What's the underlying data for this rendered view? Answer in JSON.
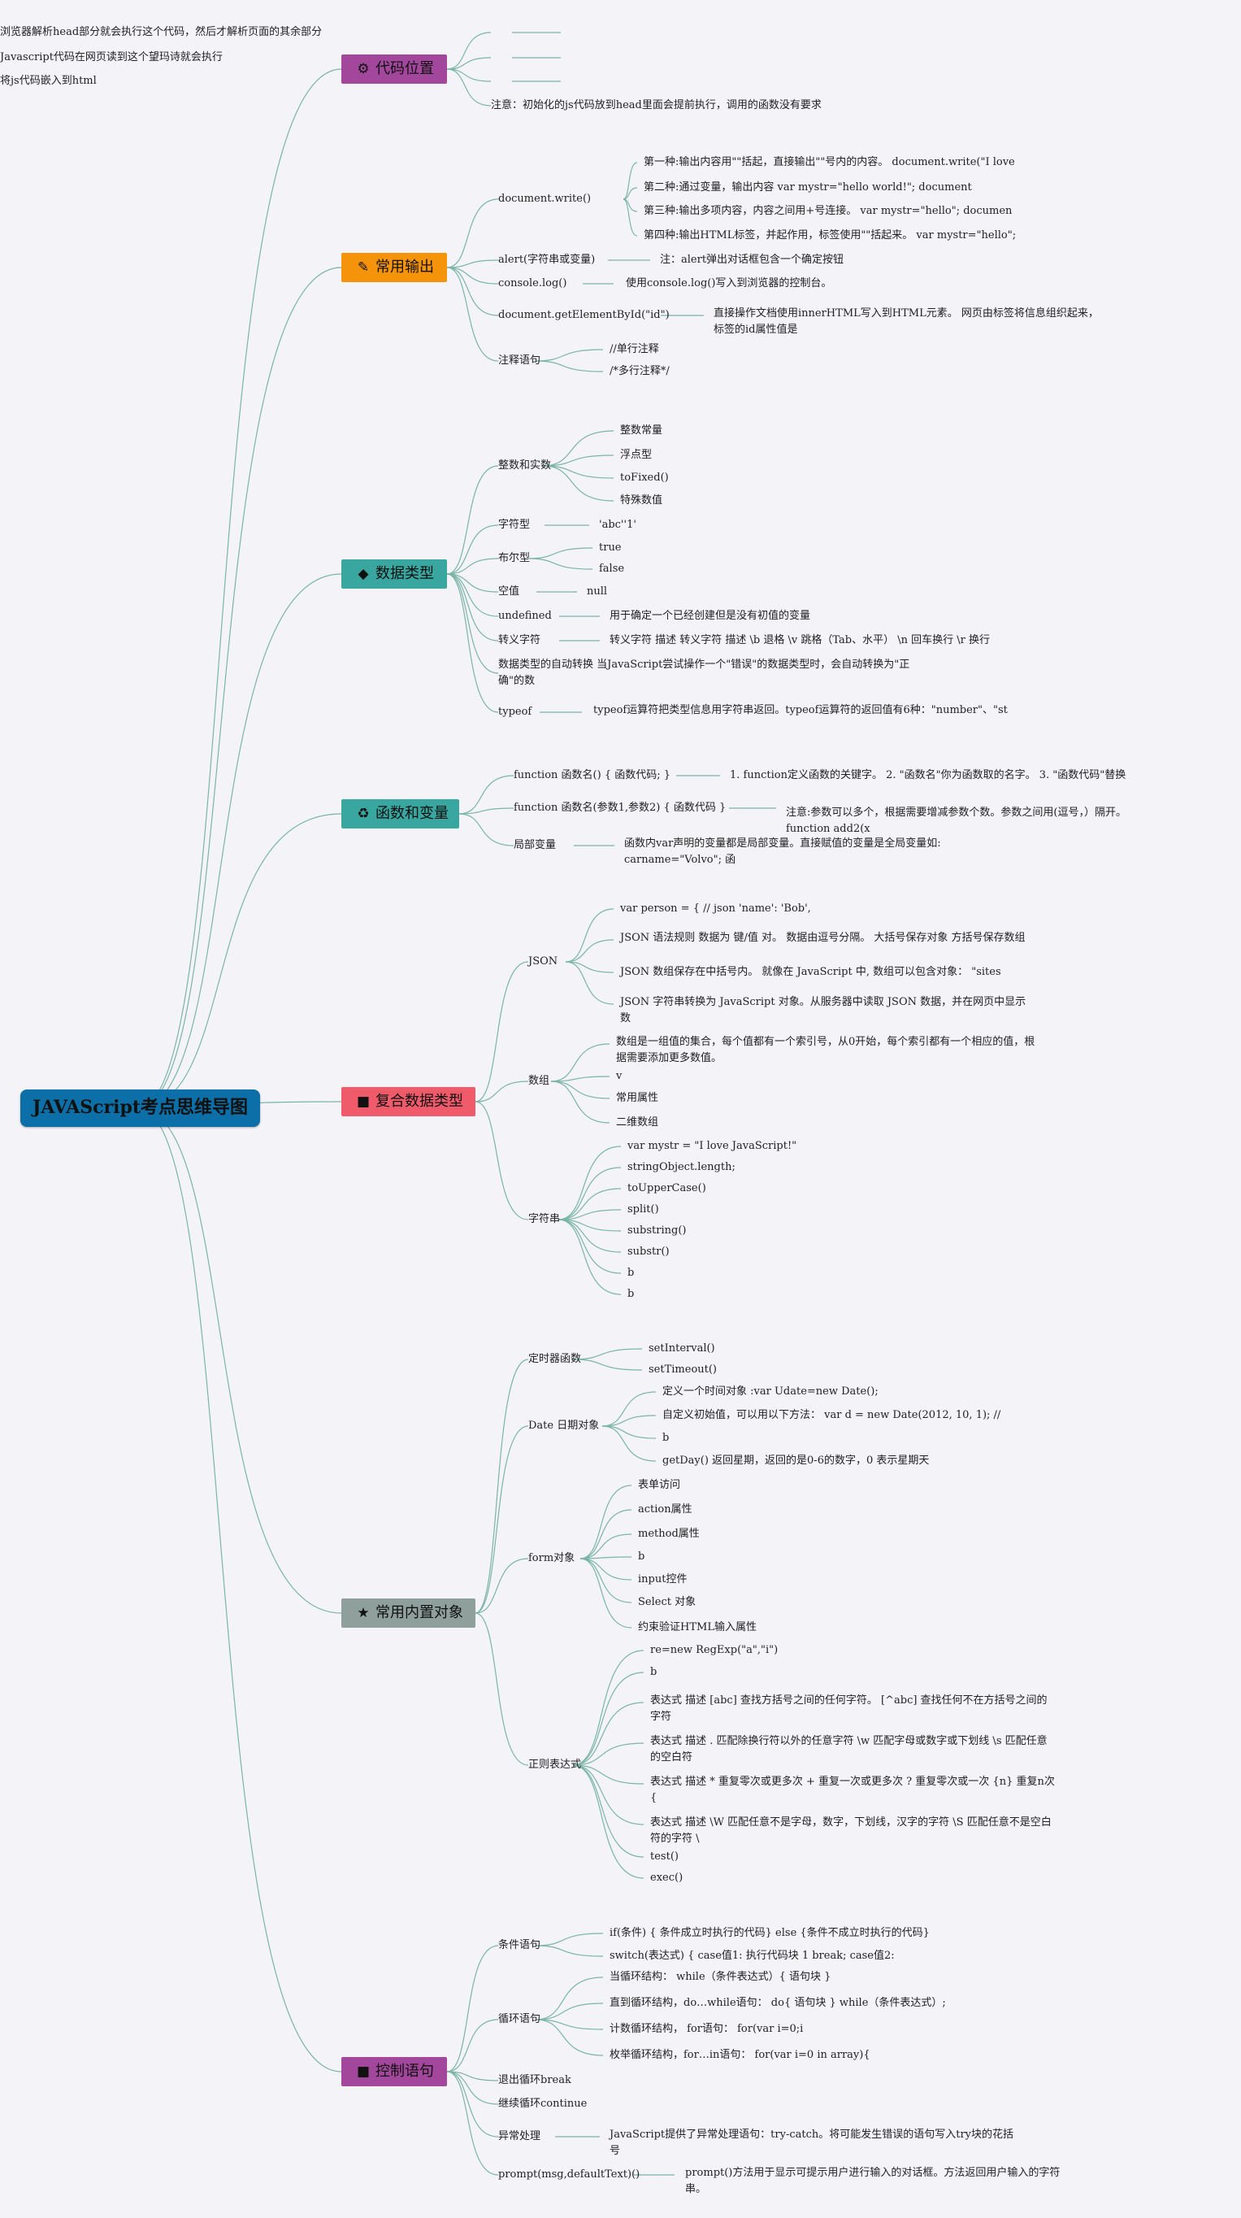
{
  "root": {
    "label": "JAVAScript考点思维导图",
    "color": "#0d6fa8"
  },
  "branches": [
    {
      "label": "代码位置",
      "icon": "⚙",
      "icon_name": "gear-icon",
      "color": "#a2479c",
      "children": [
        {
          "label": "",
          "children": [
            {
              "label": "浏览器解析head部分就会执行这个代码，然后才解析页面的其余部分"
            }
          ]
        },
        {
          "label": "",
          "children": [
            {
              "label": "Javascript代码在网页读到这个望玛诗就会执行"
            }
          ]
        },
        {
          "label": "",
          "children": [
            {
              "label": "将js代码嵌入到html"
            }
          ]
        },
        {
          "label": "注意：初始化的js代码放到head里面会提前执行，调用的函数没有要求"
        }
      ]
    },
    {
      "label": "常用输出",
      "icon": "✎",
      "icon_name": "pencil-icon",
      "color": "#f5930a",
      "children": [
        {
          "label": "document.write()",
          "children": [
            {
              "label": "第一种:输出内容用\"\"括起，直接输出\"\"号内的内容。 document.write(\"I love"
            },
            {
              "label": "第二种:通过变量，输出内容 var mystr=\"hello world!\"; document"
            },
            {
              "label": "第三种:输出多项内容，内容之间用+号连接。 var mystr=\"hello\"; documen"
            },
            {
              "label": "第四种:输出HTML标签，并起作用，标签使用\"\"括起来。 var mystr=\"hello\";"
            }
          ]
        },
        {
          "label": "alert(字符串或变量)",
          "children": [
            {
              "label": "注：alert弹出对话框包含一个确定按钮"
            }
          ]
        },
        {
          "label": "console.log()",
          "children": [
            {
              "label": "使用console.log()写入到浏览器的控制台。"
            }
          ]
        },
        {
          "label": "document.getElementById(\"id\")",
          "children": [
            {
              "label": "直接操作文档使用innerHTML写入到HTML元素。 网页由标签将信息组织起来，标签的id属性值是"
            }
          ]
        },
        {
          "label": "注释语句",
          "children": [
            {
              "label": "//单行注释"
            },
            {
              "label": "/*多行注释*/"
            }
          ]
        }
      ]
    },
    {
      "label": "数据类型",
      "icon": "◆",
      "icon_name": "diamond-icon",
      "color": "#3aa6a0",
      "children": [
        {
          "label": "整数和实数",
          "children": [
            {
              "label": "整数常量"
            },
            {
              "label": "浮点型"
            },
            {
              "label": "toFixed()"
            },
            {
              "label": "特殊数值"
            }
          ]
        },
        {
          "label": "字符型",
          "children": [
            {
              "label": "'abc''1'"
            }
          ]
        },
        {
          "label": "布尔型",
          "children": [
            {
              "label": "true"
            },
            {
              "label": "false"
            }
          ]
        },
        {
          "label": "空值",
          "children": [
            {
              "label": "null"
            }
          ]
        },
        {
          "label": "undefined",
          "children": [
            {
              "label": "用于确定一个已经创建但是没有初值的变量"
            }
          ]
        },
        {
          "label": "转义字符",
          "children": [
            {
              "label": "转义字符 描述 转义字符 描述 \\b 退格 \\v 跳格（Tab、水平） \\n 回车换行 \\r 换行"
            }
          ]
        },
        {
          "label": "数据类型的自动转换 当JavaScript尝试操作一个\"错误\"的数据类型时，会自动转换为\"正确\"的数"
        },
        {
          "label": "typeof",
          "children": [
            {
              "label": "typeof运算符把类型信息用字符串返回。typeof运算符的返回值有6种：\"number\"、\"st"
            }
          ]
        }
      ]
    },
    {
      "label": "函数和变量",
      "icon": "♻",
      "icon_name": "recycle-icon",
      "color": "#3aa6a0",
      "children": [
        {
          "label": "function 函数名() { 函数代码; }",
          "children": [
            {
              "label": "1. function定义函数的关键字。 2. \"函数名\"你为函数取的名字。 3. \"函数代码\"替换"
            }
          ]
        },
        {
          "label": "function 函数名(参数1,参数2) { 函数代码 }",
          "children": [
            {
              "label": "注意:参数可以多个，根据需要增减参数个数。参数之间用(逗号，）隔开。 function add2(x"
            }
          ]
        },
        {
          "label": "局部变量",
          "children": [
            {
              "label": "函数内var声明的变量都是局部变量。直接赋值的变量是全局变量如: carname=\"Volvo\"; 函"
            }
          ]
        }
      ]
    },
    {
      "label": "复合数据类型",
      "icon": "■",
      "icon_name": "square-icon",
      "color": "#ef5b6a",
      "children": [
        {
          "label": "JSON",
          "children": [
            {
              "label": "var person = { // json 'name': 'Bob',"
            },
            {
              "label": "JSON 语法规则 数据为 键/值 对。 数据由逗号分隔。 大括号保存对象 方括号保存数组"
            },
            {
              "label": "JSON 数组保存在中括号内。 就像在 JavaScript 中, 数组可以包含对象： \"sites"
            },
            {
              "label": "JSON 字符串转换为 JavaScript 对象。从服务器中读取 JSON 数据，并在网页中显示数"
            }
          ]
        },
        {
          "label": "数组",
          "children": [
            {
              "label": "数组是一组值的集合，每个值都有一个索引号，从0开始，每个索引都有一个相应的值，根据需要添加更多数值。"
            },
            {
              "label": "v"
            },
            {
              "label": "常用属性"
            },
            {
              "label": "二维数组"
            }
          ]
        },
        {
          "label": "字符串",
          "children": [
            {
              "label": "var mystr = \"I love JavaScript!\""
            },
            {
              "label": "stringObject.length;"
            },
            {
              "label": "toUpperCase()"
            },
            {
              "label": "split()"
            },
            {
              "label": "substring()"
            },
            {
              "label": "substr()"
            },
            {
              "label": "b"
            },
            {
              "label": "b"
            }
          ]
        }
      ]
    },
    {
      "label": "常用内置对象",
      "icon": "★",
      "icon_name": "star-icon",
      "color": "#8fa09c",
      "children": [
        {
          "label": "定时器函数",
          "children": [
            {
              "label": "setInterval()"
            },
            {
              "label": "setTimeout()"
            }
          ]
        },
        {
          "label": "Date 日期对象",
          "children": [
            {
              "label": "定义一个时间对象 :var Udate=new Date();"
            },
            {
              "label": "自定义初始值，可以用以下方法： var d = new Date(2012, 10, 1); //"
            },
            {
              "label": "b"
            },
            {
              "label": "getDay() 返回星期，返回的是0-6的数字，0 表示星期天"
            }
          ]
        },
        {
          "label": "form对象",
          "children": [
            {
              "label": "表单访问"
            },
            {
              "label": "action属性"
            },
            {
              "label": "method属性"
            },
            {
              "label": "b"
            },
            {
              "label": "input控件"
            },
            {
              "label": "Select 对象"
            },
            {
              "label": "约束验证HTML输入属性"
            }
          ]
        },
        {
          "label": "正则表达式",
          "children": [
            {
              "label": "re=new RegExp(\"a\",\"i\")"
            },
            {
              "label": "b"
            },
            {
              "label": "表达式 描述 [abc] 查找方括号之间的任何字符。 [^abc] 查找任何不在方括号之间的字符"
            },
            {
              "label": "表达式 描述 . 匹配除换行符以外的任意字符 \\w 匹配字母或数字或下划线 \\s 匹配任意的空白符"
            },
            {
              "label": "表达式 描述 * 重复零次或更多次 + 重复一次或更多次 ? 重复零次或一次 {n} 重复n次 {"
            },
            {
              "label": "表达式 描述 \\W 匹配任意不是字母，数字，下划线，汉字的字符 \\S 匹配任意不是空白符的字符 \\"
            },
            {
              "label": "test()"
            },
            {
              "label": "exec()"
            }
          ]
        }
      ]
    },
    {
      "label": "控制语句",
      "icon": "■",
      "icon_name": "square-icon",
      "color": "#a2479c",
      "children": [
        {
          "label": "条件语句",
          "children": [
            {
              "label": "if(条件) { 条件成立时执行的代码} else {条件不成立时执行的代码}"
            },
            {
              "label": "switch(表达式) { case值1: 执行代码块 1 break; case值2:"
            }
          ]
        },
        {
          "label": "循环语句",
          "children": [
            {
              "label": "当循环结构： while（条件表达式）{ 语句块 }"
            },
            {
              "label": "直到循环结构，do…while语句： do{ 语句块 } while（条件表达式）;"
            },
            {
              "label": "计数循环结构， for语句： for(var i=0;i"
            },
            {
              "label": "枚举循环结构，for…in语句： for(var i=0 in array){"
            }
          ]
        },
        {
          "label": "退出循环break"
        },
        {
          "label": "继续循环continue"
        },
        {
          "label": "异常处理",
          "children": [
            {
              "label": "JavaScript提供了异常处理语句：try-catch。将可能发生错误的语句写入try块的花括号"
            }
          ]
        },
        {
          "label": "prompt(msg,defaultText)()",
          "children": [
            {
              "label": "prompt()方法用于显示可提示用户进行输入的对话框。方法返回用户输入的字符串。"
            }
          ]
        }
      ]
    }
  ],
  "link_color": "#7bb5a6"
}
